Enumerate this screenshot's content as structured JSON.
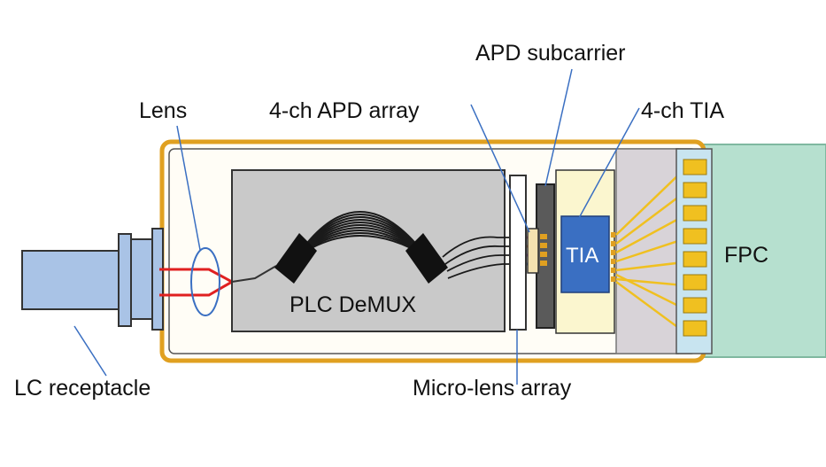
{
  "labels": {
    "apd_subcarrier": "APD subcarrier",
    "lens": "Lens",
    "apd_array": "4-ch APD array",
    "tia_chip": "4-ch TIA",
    "plc_demux": "PLC DeMUX",
    "tia_box": "TIA",
    "fpc": "FPC",
    "lc_receptacle": "LC receptacle",
    "micro_lens_array": "Micro-lens array"
  },
  "colors": {
    "housing_outline": "#e0a020",
    "housing_fill": "#fffdf6",
    "receptacle": "#a9c3e6",
    "plc_block": "#c9c9c9",
    "tia_chip": "#3a6fc2",
    "tia_substrate": "#fbf6cf",
    "fpc": "#b6e0cf",
    "gold_wire": "#f0c020",
    "light_path": "#e02020"
  }
}
